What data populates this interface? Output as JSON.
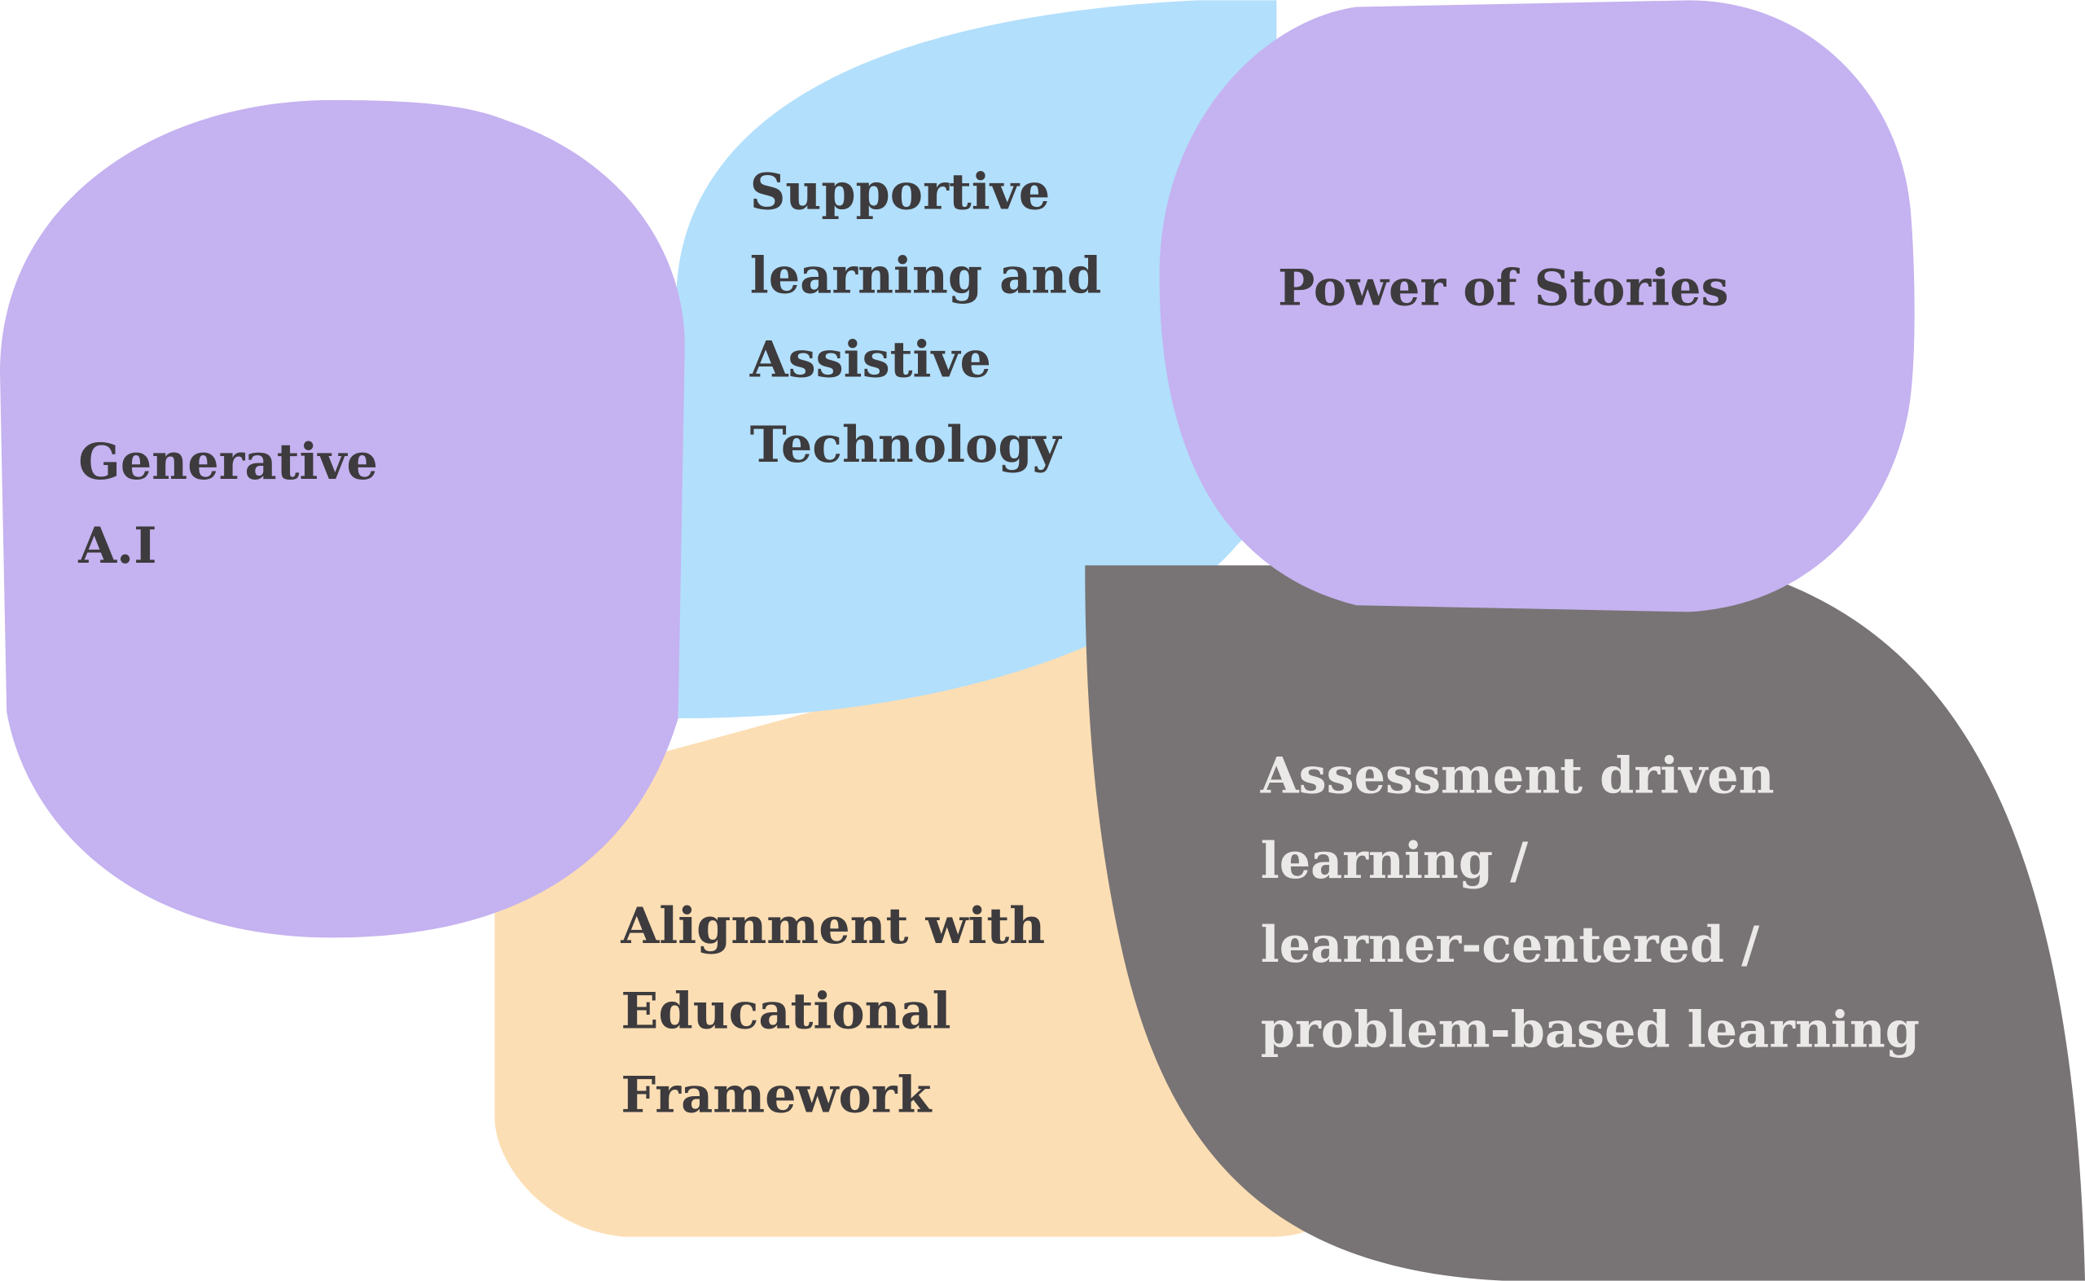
{
  "colors": {
    "purple": "#c5b2f0",
    "blue": "#b2dffc",
    "peach": "#fcdeb4",
    "gray": "#787475",
    "dark_text": "#3d3b3d",
    "light_text": "#ebe8e8"
  },
  "bubbles": {
    "generative_ai": {
      "lines": [
        "Generative",
        "A.I"
      ]
    },
    "supportive": {
      "lines": [
        "Supportive",
        "learning and",
        "Assistive",
        "Technology"
      ]
    },
    "stories": {
      "lines": [
        "Power of Stories"
      ]
    },
    "alignment": {
      "lines": [
        "Alignment with",
        "Educational",
        "Framework"
      ]
    },
    "assessment": {
      "lines": [
        "Assessment driven",
        "learning /",
        "learner-centered /",
        "problem-based learning"
      ]
    }
  }
}
